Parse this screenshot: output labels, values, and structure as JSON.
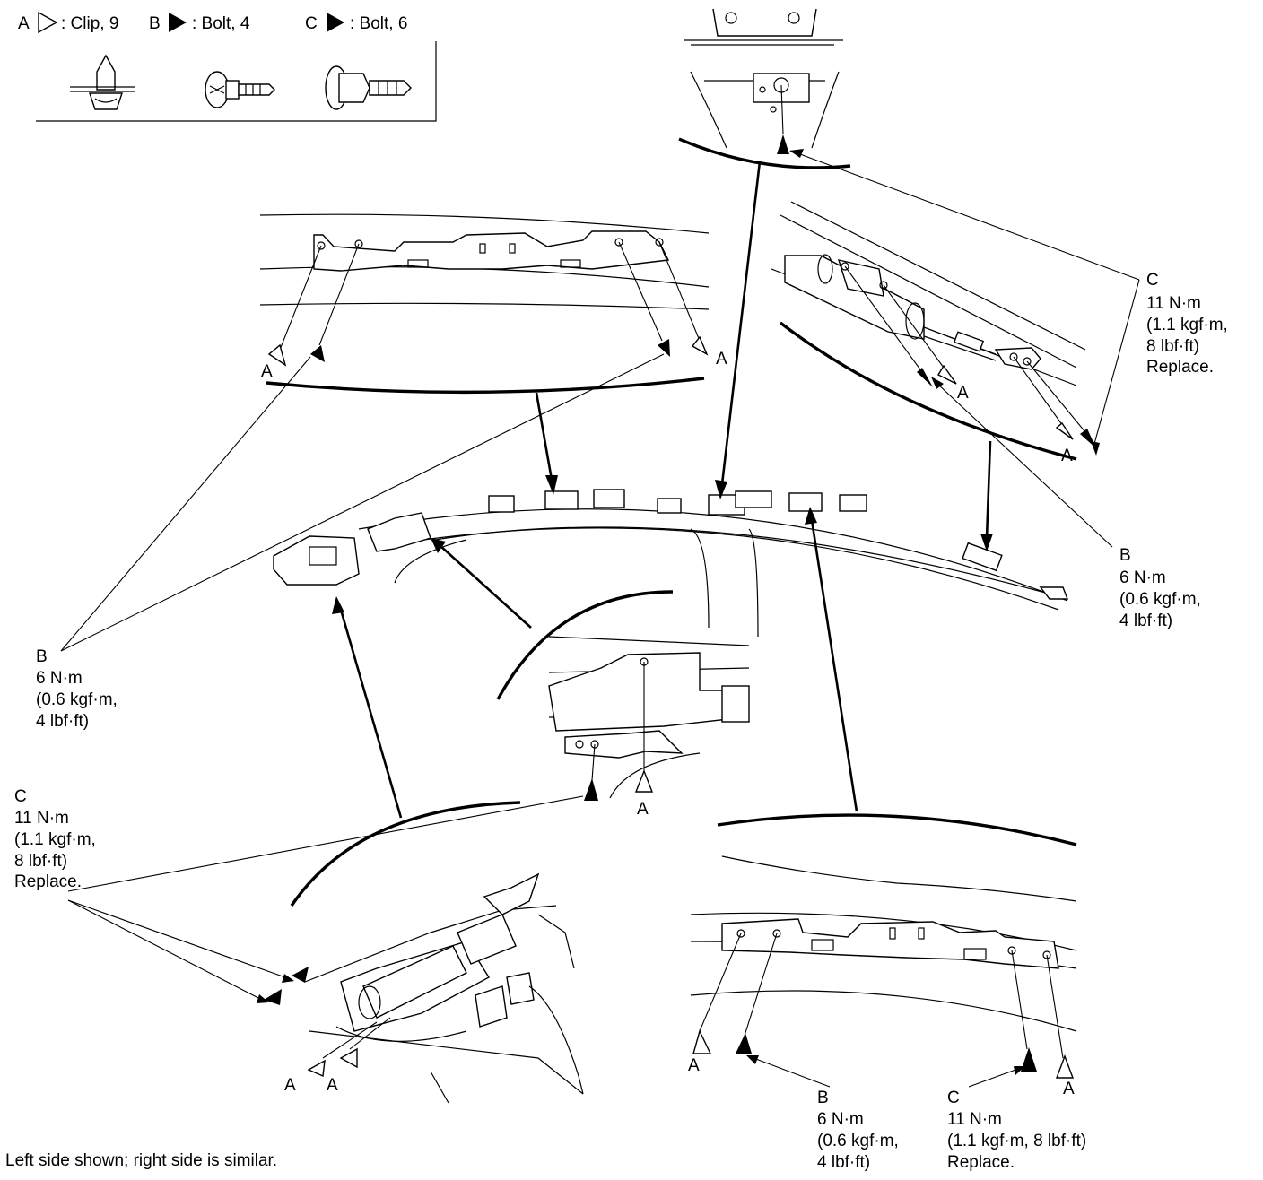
{
  "legend": {
    "clip": {
      "letter": "A",
      "text": ": Clip, 9",
      "icon": "clip-icon"
    },
    "bolt_b": {
      "letter": "B",
      "text": ": Bolt, 4",
      "icon": "bolt-icon"
    },
    "bolt_c": {
      "letter": "C",
      "text": ": Bolt, 6",
      "icon": "flange-bolt-icon"
    }
  },
  "callouts": {
    "clip_letter": "A",
    "b_letter": "B",
    "c_letter": "C",
    "torque_b": {
      "nm": "6 N·m",
      "kgf": "(0.6 kgf·m,",
      "lbf": "4 lbf·ft)"
    },
    "torque_c": {
      "nm": "11 N·m",
      "kgf": "(1.1 kgf·m,",
      "lbf": "8 lbf·ft)",
      "note": "Replace."
    },
    "torque_c_inline": {
      "nm": "11 N·m",
      "kgf_lbf": "(1.1 kgf·m, 8 lbf·ft)",
      "note": "Replace."
    }
  },
  "footnote": "Left side shown; right side is similar.",
  "colors": {
    "ink": "#000000",
    "paper": "#ffffff"
  }
}
